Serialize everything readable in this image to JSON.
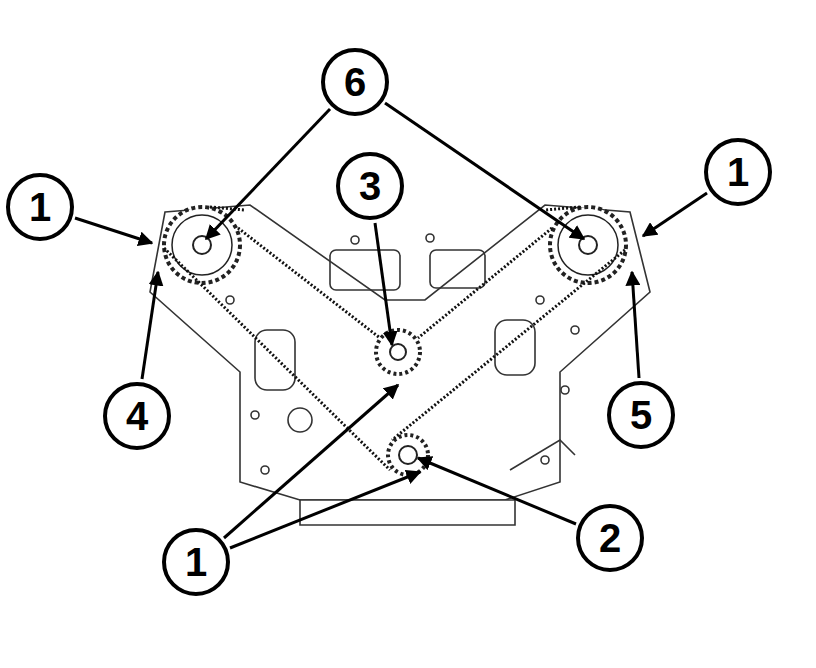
{
  "diagram": {
    "nodes": [
      {
        "text": [
          "6"
        ]
      },
      {
        "text": [
          "1"
        ]
      },
      {
        "text": [
          "3"
        ]
      },
      {
        "text": [
          "1"
        ]
      },
      {
        "text": [
          "4"
        ]
      },
      {
        "text": [
          "5"
        ]
      },
      {
        "text": [
          "2"
        ]
      },
      {
        "text": [
          "1"
        ]
      }
    ]
  }
}
